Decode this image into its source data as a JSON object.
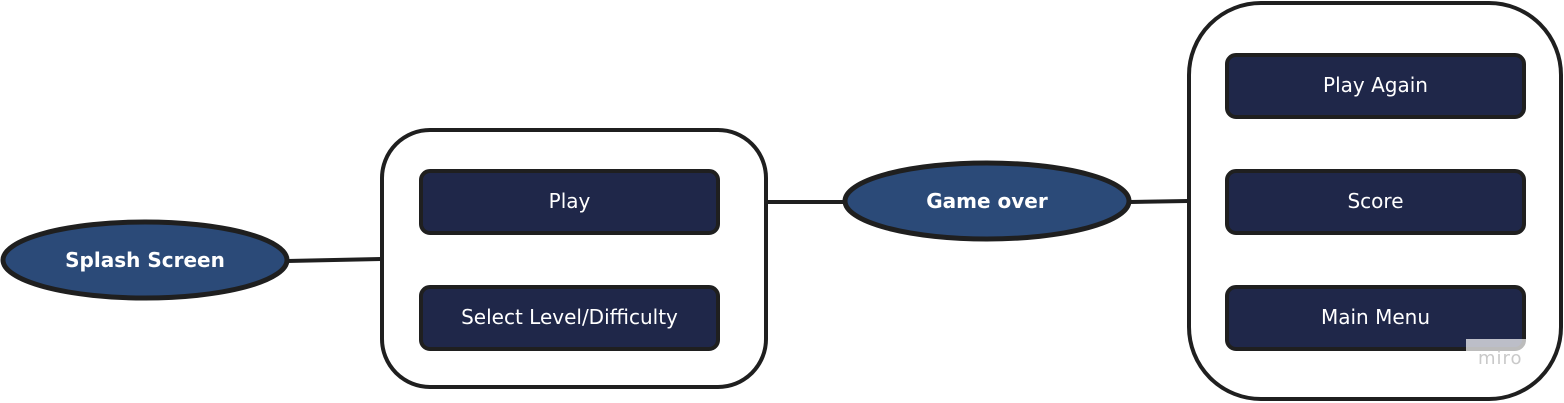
{
  "diagram": {
    "splash": {
      "label": "Splash Screen"
    },
    "menu_items": [
      {
        "label": "Play"
      },
      {
        "label": "Select Level/Difficulty"
      }
    ],
    "game_over": {
      "label": "Game over"
    },
    "end_items": [
      {
        "label": "Play Again"
      },
      {
        "label": "Score"
      },
      {
        "label": "Main Menu"
      }
    ],
    "watermark": "miro"
  },
  "colors": {
    "ellipse_fill": "#2b4a78",
    "rect_fill": "#1f2749",
    "stroke": "#1f1f1f",
    "text": "#ffffff"
  }
}
